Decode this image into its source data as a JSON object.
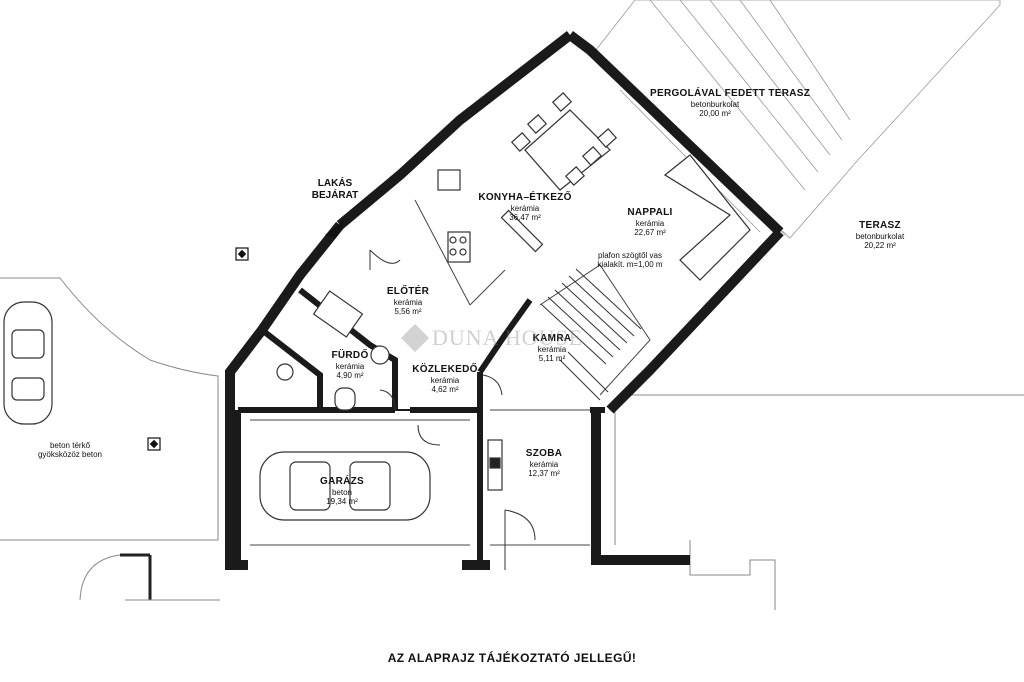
{
  "entrance": {
    "line1": "LAKÁS",
    "line2": "BEJÁRAT"
  },
  "rooms": {
    "pergola": {
      "name": "PERGOLÁVAL FEDETT TERASZ",
      "material": "betonburkolat",
      "area": "20,00 m²"
    },
    "konyha": {
      "name": "KONYHA–ÉTKEZŐ",
      "material": "kerámia",
      "area": "36,47 m²"
    },
    "nappali": {
      "name": "NAPPALI",
      "material": "kerámia",
      "area": "22,67 m²"
    },
    "terasz": {
      "name": "TERASZ",
      "material": "betonburkolat",
      "area": "20,22 m²"
    },
    "eloter": {
      "name": "ELŐTÉR",
      "material": "kerámia",
      "area": "5,56 m²"
    },
    "furdo": {
      "name": "FÜRDŐ",
      "material": "kerámia",
      "area": "4,90 m²"
    },
    "kamra": {
      "name": "KAMRA",
      "material": "kerámia",
      "area": "5,11 m²"
    },
    "kozlekedo": {
      "name": "KÖZLEKEDŐ",
      "material": "kerámia",
      "area": "4,62 m²"
    },
    "szoba": {
      "name": "SZOBA",
      "material": "kerámia",
      "area": "12,37 m²"
    },
    "garazs": {
      "name": "GARÁZS",
      "material": "beton",
      "area": "19,34 m²"
    }
  },
  "ceiling_note": {
    "line1": "plafon szögtől vas",
    "line2": "kialakít. m=1,00 m"
  },
  "driveway": {
    "line1": "beton térkő",
    "line2": "gyöksközöz beton"
  },
  "watermark": "DUNA HOUSE",
  "disclaimer": "AZ ALAPRAJZ TÁJÉKOZTATÓ JELLEGŰ!"
}
